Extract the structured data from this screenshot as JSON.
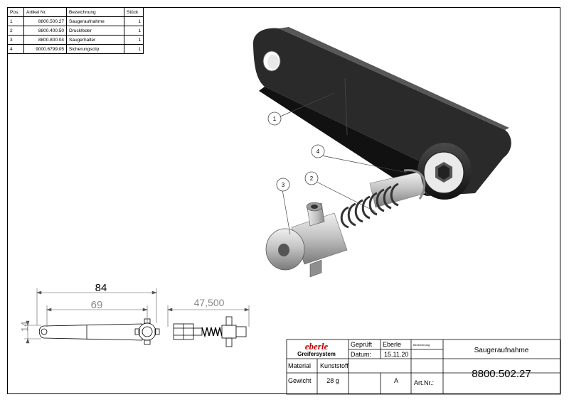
{
  "bom": {
    "headers": [
      "Pos.",
      "Artikel Nr.",
      "Bezeichnung",
      "Stück"
    ],
    "rows": [
      [
        "1",
        "8800.500.27",
        "Saugeraufnahme",
        "1"
      ],
      [
        "2",
        "8800.400.50",
        "Druckfeder",
        "1"
      ],
      [
        "3",
        "8800.800.04",
        "Saugerhalter",
        "1"
      ],
      [
        "4",
        "9000.6799.05",
        "Sicherungsclip",
        "1"
      ]
    ]
  },
  "balloons": [
    "1",
    "2",
    "3",
    "4"
  ],
  "dimensions": {
    "length_overall": "84",
    "length_inner": "69",
    "height": "14",
    "side_length": "47,500"
  },
  "titleblock": {
    "logo_text": "eberle",
    "company": "Greifersystem",
    "checked_label": "Geprüft",
    "checked_by": "Eberle",
    "designation_small_label": "Bezeichnung",
    "date_label": "Datum:",
    "date": "15.11.20",
    "material_label": "Material",
    "material": "Kunststoff",
    "weight_label": "Gewicht",
    "weight": "28 g",
    "revision": "A",
    "part_no_label": "Art.Nr.:",
    "title": "Saugeraufnahme",
    "part_number": "8800.502.27"
  },
  "colors": {
    "arm": "#1c1c1c",
    "metal": "#b8b8b8",
    "line": "#000000",
    "dim": "#555555"
  }
}
